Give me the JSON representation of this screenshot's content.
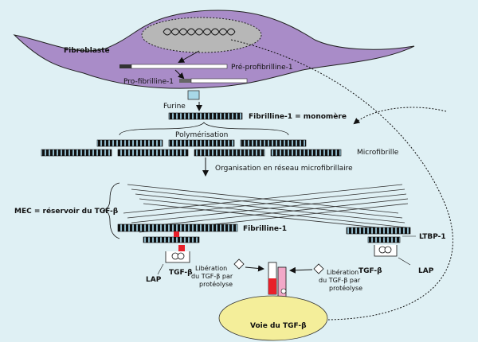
{
  "labels": {
    "fibroblast": "Fibroblaste",
    "pre_profibrilline": "Pré-profibrilline-1",
    "pro_fibrilline": "Pro-fibrilline-1",
    "furine": "Furine",
    "monomere": "Fibrilline-1 = monomère",
    "polymerisation": "Polymérisation",
    "microfibrille": "Microfibrille",
    "organisation": "Organisation en réseau microfibrillaire",
    "mec": "MEC = réservoir du TGF-β",
    "fibrilline": "Fibrilline-1",
    "ltbp": "LTBP-1",
    "lap_left": "LAP",
    "tgf_left": "TGF-β",
    "liberation_left": [
      "Libération",
      "du TGF-β par",
      "protéolyse"
    ],
    "tgf_right": "TGF-β",
    "lap_right": "LAP",
    "liberation_right": [
      "Libération",
      "du TGF-β par",
      "protéolyse"
    ],
    "voie": "Voie du TGF-β"
  },
  "colors": {
    "background": "#dff0f4",
    "cell": "#a98cc8",
    "nucleus": "#b7b7b7",
    "pathway": "#f4ee9a",
    "red": "#e8202a",
    "pink": "#f2a8c8",
    "furin": "#a8d8e8"
  }
}
